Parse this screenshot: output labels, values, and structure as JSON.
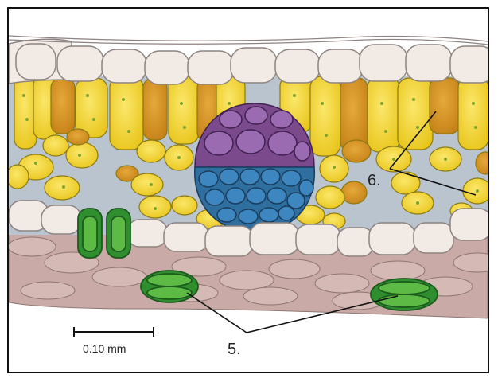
{
  "labels": {
    "stomata": "5.",
    "mesophyll": "6."
  },
  "scale_bar": {
    "text": "0.10 mm"
  },
  "colors": {
    "background": "#ffffff",
    "border": "#111111",
    "epidermis_fill": "#f1eae5",
    "epidermis_stroke": "#8d8380",
    "palisade_fill": "#f2d21f",
    "palisade_stroke": "#8a7a12",
    "chloroplast": "#7fa32b",
    "air_space": "#b9c4cf",
    "phloem_fill": "#7a4a8c",
    "xylem_fill": "#2f6fa0",
    "guard_cell": "#2f8f2f",
    "lower_tissue": "#c9a8a3"
  },
  "icons": [
    "stoma-icon",
    "guard-cell-icon",
    "vascular-bundle-icon"
  ]
}
